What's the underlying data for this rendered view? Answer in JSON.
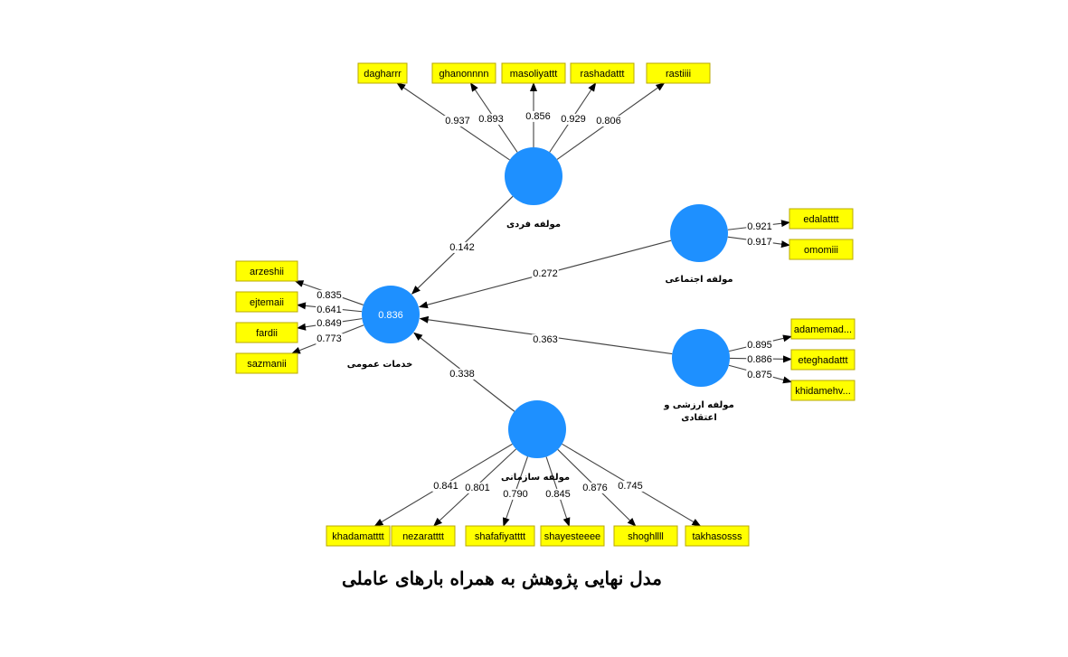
{
  "colors": {
    "node": "#1e90ff",
    "indicator_fill": "#ffff00",
    "indicator_border": "#b8a800",
    "line": "#444444"
  },
  "caption": "مدل نهایی پژوهش به همراه بارهای عاملی",
  "latent_variables": [
    {
      "id": "fardi",
      "label": "مولفه فردی",
      "value": ""
    },
    {
      "id": "khadamat",
      "label": "خدمات عمومی",
      "value": "0.836"
    },
    {
      "id": "ejtemai",
      "label": "مولفه اجتماعی",
      "value": ""
    },
    {
      "id": "arzeshi",
      "label": "مولفه ارزشی و اعتقادی",
      "label_line1": "مولفه ارزشی و",
      "label_line2": "اعتقادی",
      "value": ""
    },
    {
      "id": "sazmani",
      "label": "مولفه سازمانی",
      "value": ""
    }
  ],
  "indicators": {
    "fardi": [
      {
        "name": "dagharrr",
        "loading": "0.937"
      },
      {
        "name": "ghanonnnn",
        "loading": "0.893"
      },
      {
        "name": "masoliyattt",
        "loading": "0.856"
      },
      {
        "name": "rashadattt",
        "loading": "0.929"
      },
      {
        "name": "rastiiii",
        "loading": "0.806"
      }
    ],
    "khadamat": [
      {
        "name": "arzeshii",
        "loading": "0.835"
      },
      {
        "name": "ejtemaii",
        "loading": "0.641"
      },
      {
        "name": "fardii",
        "loading": "0.849"
      },
      {
        "name": "sazmanii",
        "loading": "0.773"
      }
    ],
    "ejtemai": [
      {
        "name": "edalatttt",
        "loading": "0.921"
      },
      {
        "name": "omomiii",
        "loading": "0.917"
      }
    ],
    "arzeshi": [
      {
        "name": "adamemad...",
        "loading": "0.895"
      },
      {
        "name": "eteghadattt",
        "loading": "0.886"
      },
      {
        "name": "khidamehv...",
        "loading": "0.875"
      }
    ],
    "sazmani": [
      {
        "name": "khadamatttt",
        "loading": "0.841"
      },
      {
        "name": "nezaratttt",
        "loading": "0.801"
      },
      {
        "name": "shafafiyatttt",
        "loading": "0.790"
      },
      {
        "name": "shayesteeee",
        "loading": "0.845"
      },
      {
        "name": "shoghllll",
        "loading": "0.876"
      },
      {
        "name": "takhasosss",
        "loading": "0.745"
      }
    ]
  },
  "paths": [
    {
      "from": "fardi",
      "to": "khadamat",
      "coef": "0.142"
    },
    {
      "from": "ejtemai",
      "to": "khadamat",
      "coef": "0.272"
    },
    {
      "from": "arzeshi",
      "to": "khadamat",
      "coef": "0.363"
    },
    {
      "from": "sazmani",
      "to": "khadamat",
      "coef": "0.338"
    }
  ]
}
